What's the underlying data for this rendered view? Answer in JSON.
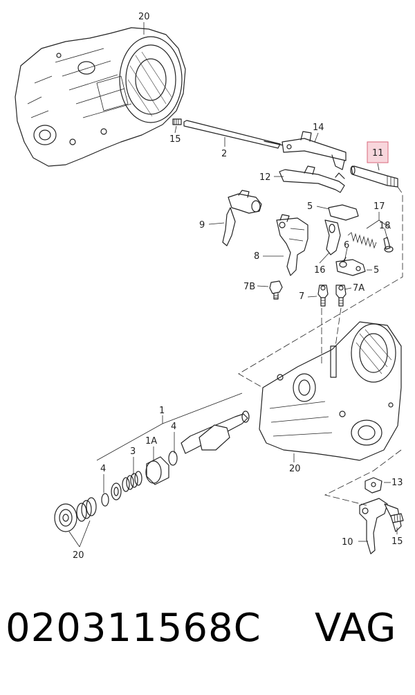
{
  "diagram": {
    "callouts": [
      "20",
      "15",
      "2",
      "14",
      "11",
      "12",
      "5",
      "17",
      "9",
      "18",
      "8",
      "6",
      "16",
      "5",
      "7B",
      "7",
      "7A",
      "1",
      "4",
      "1A",
      "3",
      "4",
      "20",
      "13",
      "10",
      "15",
      "20"
    ],
    "highlight_color": "#f8d6dc",
    "highlight_border": "#d9667a"
  },
  "footer": {
    "part_number": "020311568C",
    "brand": "VAG"
  }
}
